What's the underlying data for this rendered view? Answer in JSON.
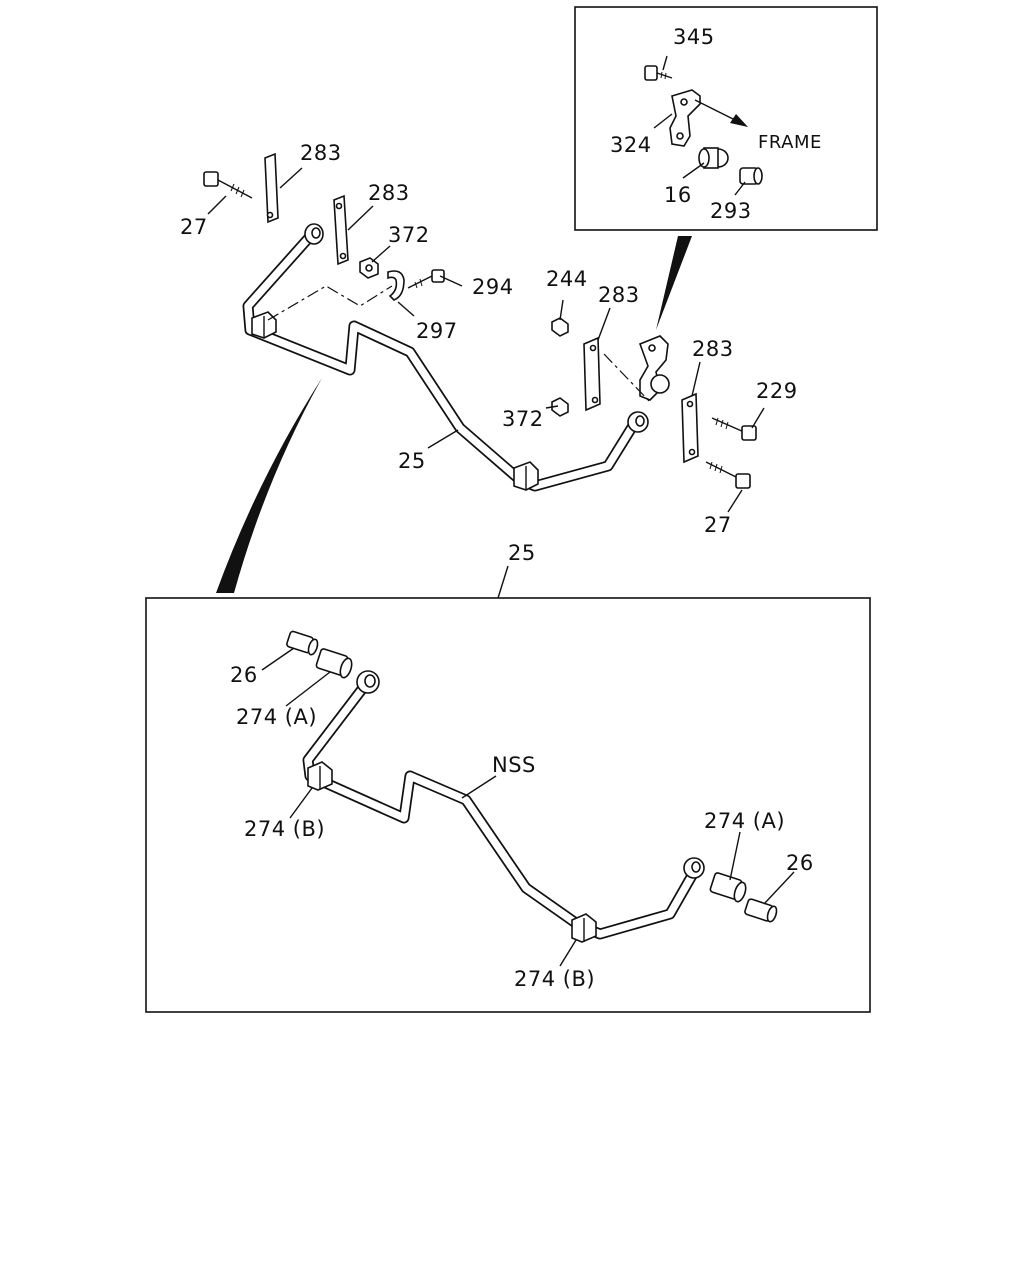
{
  "callouts": {
    "p345": "345",
    "p324": "324",
    "p16": "16",
    "p293": "293",
    "frame": "FRAME",
    "p283_a": "283",
    "p283_b": "283",
    "p283_c": "283",
    "p283_d": "283",
    "p27_top": "27",
    "p27_bottom": "27",
    "p372_top": "372",
    "p372_bottom": "372",
    "p294": "294",
    "p297": "297",
    "p244": "244",
    "p229": "229",
    "p25_main": "25",
    "p25_detail": "25",
    "p26_top": "26",
    "p26_right": "26",
    "p274A_top": "274 (A)",
    "p274A_right": "274 (A)",
    "p274B_left": "274 (B)",
    "p274B_bottom": "274 (B)",
    "nss": "NSS"
  }
}
